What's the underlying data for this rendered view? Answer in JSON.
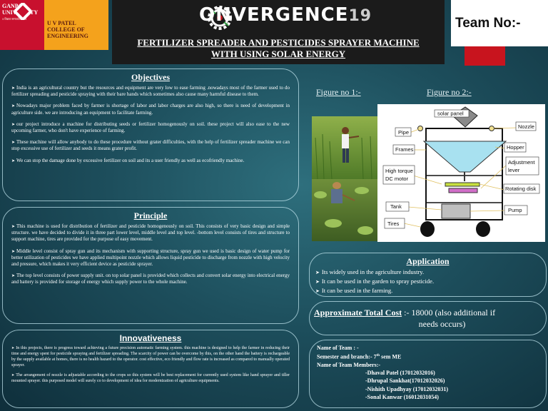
{
  "header": {
    "logo_left": [
      "GANPAT",
      "UNIVERSITY"
    ],
    "logo_left_sub": "॥ विद्यया समाजोत्कर्षः ॥",
    "logo_right": [
      "U V PATEL",
      "COLLEGE OF",
      "ENGINEERING"
    ],
    "event_name": "ONVERGENCE",
    "event_initial": "C",
    "event_year": "19",
    "poster_title_line1": "FERTILIZER SPREADER AND PESTICIDES SPRAYER MACHINE",
    "poster_title_line2": "WITH USING SOLAR ENERGY",
    "team_no_label": "Team No:-"
  },
  "objectives": {
    "title": "Objectives",
    "paragraphs": [
      "India is an agricultural country but the resources and equipment are very low to ease farming .nowadays most of the farmer used to do fertilizer spreading and pesticide spraying with their bare hands which sometimes also cause many harmful disease to them.",
      "Nowadays major problem faced by farmer is shortage of labor and labor charges are also high, so there is need of development in agriculture side. we are introducing an equipment to facilitate farming.",
      "our project introduce a machine for distributing seeds or fertilizer homogenously on soil. these project will also ease to the new upcoming farmer, who don't have experience of farming.",
      "These machine will allow anybody to do these procedure without grater difficulties, with the help of fertilizer spreader machine we can stop excessive use of fertilizer and seeds it means grater profit.",
      "We can stop the damage done by excessive fertilizer on soil and its a user friendly as well as ecofriendly machine."
    ]
  },
  "principle": {
    "title": "Principle",
    "paragraphs": [
      "This machine is used for distribution of fertilizer and pesticide homogenously on soil. This consists of very basic design and simple structure. we have decided to divide it in three part lower level, middle level and top level. -bottom level consists of tires and structure to support machine, tires are provided for the purpose of easy movement.",
      "Middle level consist of spray gun and its mechanism with supporting structure, spray gun we used is basic design of water pump for better utilization of pesticides we have applied multipoint nozzle which allows liquid pesticide to discharge from nozzle with high velocity and pressure, which makes it very efficient device as pesticide sprayer.",
      "The top level consists of power supply unit. on top solar panel is provided which collects and convert solar energy into electrical energy and battery is provided for storage of energy which supply power to the whole machine."
    ]
  },
  "innovativeness": {
    "title": "Innovativeness",
    "paragraphs": [
      "In this projects, there is progress toward achieving a future precision automatic farming system. this machine is designed to help the farmer in reducing their time and energy spent for pesticide spraying and fertilizer spreading. The scarcity of power can be overcome by this, on the other hand the battery is rechargeable by the supply available at homes, there is no health hazard to the operator. cost effective, eco friendly and flow rate is increased as compared to manually operated sprayer.",
      "The arrangement of nozzle is adjustable according to the crops so this system will be best replacement for currently used system like hand sprayer and tiller mounted sprayer. this purposed model will surely co to development of idea for modernization of agriculture equipments."
    ]
  },
  "figures": {
    "fig1_label": "Figure no 1:-",
    "fig2_label": "Figure no 2:-",
    "diagram_labels": {
      "solar_panel": "solar panel",
      "pipe": "Pipe",
      "frames": "Frames",
      "motor": [
        "High torque",
        "DC motor"
      ],
      "tank": "Tank",
      "tires": "Tires",
      "nozzle": "Nozzle",
      "hopper": "Hopper",
      "adjustment": [
        "Adjustment",
        "lever"
      ],
      "rotating_disk": "Rotating disk",
      "pump": "Pump"
    }
  },
  "application": {
    "title": "Application",
    "items": [
      "Its widely used in the agriculture industry.",
      "It can be used in the garden to spray pesticide.",
      "It can be used in the farming."
    ]
  },
  "cost": {
    "label": "Approximate Total Cost",
    "value": ":- 18000 (also additional if",
    "note": "needs occurs)"
  },
  "team": {
    "name_line": "Name of Team : -",
    "semester_prefix": "Semester and branch:- 7",
    "semester_sup": "th",
    "semester_suffix": " sem ME",
    "members_label": "Name of Team Members:-",
    "members": [
      "-Dhaval Patel (17012032016)",
      "-Dhrupal Sankhat(17012032026)",
      "-Nishith Upadhyay (17012032031)",
      "-Sonal Kanwar (16012031054)"
    ]
  },
  "colors": {
    "background": "#1d4e5c",
    "logo_red": "#c8102e",
    "logo_orange": "#f4a21c",
    "title_bar": "#1b1b1b",
    "accent_red": "#c8141e"
  }
}
